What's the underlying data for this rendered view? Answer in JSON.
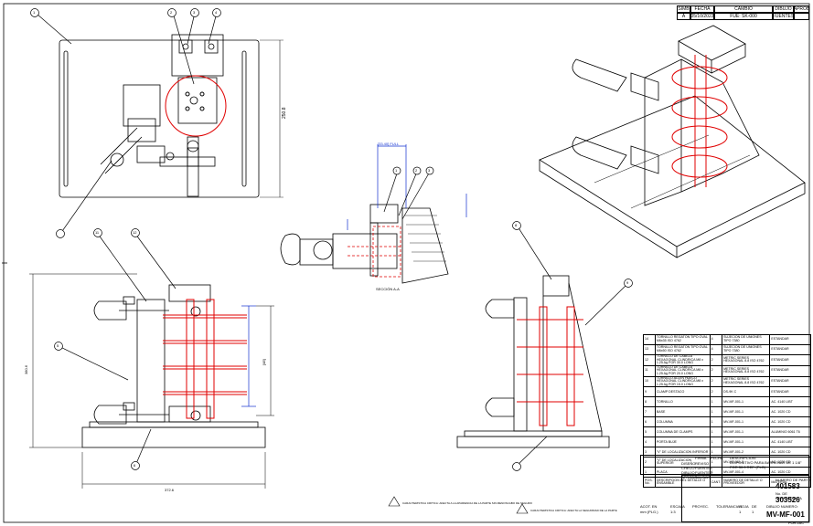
{
  "revision_table": {
    "headers": [
      "SIMB",
      "FECHA",
      "CAMBIO",
      "DIBUJO",
      "APROB"
    ],
    "row": [
      "A",
      "05/10/2023",
      "FUE: SK-000",
      "FUENTES",
      ""
    ]
  },
  "balloons": {
    "top_view": [
      "1",
      "2",
      "3",
      "4"
    ],
    "section": [
      "1",
      "2",
      "3"
    ],
    "front_view": [
      "11",
      "12",
      "5",
      "6"
    ],
    "side_view": [
      "8",
      "9"
    ]
  },
  "dimensions": {
    "top_height": "250.8",
    "section_width": "[33.40] FULL",
    "front_height": "380.6",
    "front_width": "372.6",
    "front_inner": "[48]"
  },
  "section_label": "SECCIÓN A-A",
  "bom": {
    "rows": [
      [
        "14",
        "TORNILLO REGATON TIPO OVAL M6x35 ISO 4762",
        "4",
        "SUJECION DE UNIONES TIPO 7380",
        "ESTANDAR"
      ],
      [
        "13",
        "TORNILLO REGATON TIPO OVAL M6x50 ISO 4762",
        "4",
        "SUJECION DE UNIONES TIPO 7380",
        "ESTANDAR"
      ],
      [
        "12",
        "TORNILLO DE CABEZA HEXAGONAL CLINDRICA M8 x 1.25 Ag POR 30.0 LONG",
        "2",
        "METRIC SERIES HEXAGONAL 8.8 ISO 4762",
        "ESTANDAR"
      ],
      [
        "11",
        "TORNILLO DE CABEZA HEXAGONAL CLINDRICA M8 x 1.25 Ag POR 20.0 LONG",
        "2",
        "METRIC SERIES HEXAGONAL 8.8 ISO 4762",
        "ESTANDAR"
      ],
      [
        "10",
        "TORNILLO ALLEN HUECO HEXAGONAL CLINDRICA M8 x 1.25 Ag POR 15.0 LONG",
        "2",
        "METRIC SERIES HEXAGONAL 8.8 ISO 4762",
        "ESTANDAR"
      ],
      [
        "9",
        "CLAMP DESTACO",
        "2",
        "DS-9K C",
        "ESTANDAR"
      ],
      [
        "8",
        "TORNILLO",
        "1",
        "MV-MF-001-1",
        "AC. 4140 LIBT"
      ],
      [
        "7",
        "BASE",
        "1",
        "MV-MF-001-1",
        "AC. 1020 CD"
      ],
      [
        "6",
        "COLUMNA",
        "1",
        "MV-MF-001-1",
        "AC. 1020 CD"
      ],
      [
        "5",
        "COLUMNA DE CLAMPS",
        "1",
        "MV-MF-001-1",
        "ALUMINIO 6061 T6"
      ],
      [
        "4",
        "PORTA BUJE",
        "1",
        "MV-MF-001-1",
        "AC. 4140 LIBT"
      ],
      [
        "3",
        "\"V\" DE LOCALIZACION INFERIOR",
        "1",
        "MV-MF-001-2",
        "AC. 1020 CD"
      ],
      [
        "2",
        "\"V\" DE LOCALIZACION SUPERIOR",
        "1",
        "MV-MF-001-3",
        "AC. 1020 CD"
      ],
      [
        "1",
        "PLACA",
        "1",
        "MV-MF-001-4",
        "AC. 1020 CD"
      ],
      [
        "POS. No.",
        "DESCRIPCION DEL DETALLE O ENSAMBLE",
        "CANT.",
        "NUMERO DE DETALLE O PROVEEDOR",
        "MATERIAL"
      ]
    ]
  },
  "title_block": {
    "description_label": "DESCRIPCION:",
    "description": "DISPOSITIVO PARA BARRENAR DE 1 1/8\" POR 30.0 REF. (PLG)",
    "firma": "FIRMA",
    "fecha": "FECHA",
    "roles": [
      "DISEÑO",
      "CHECO",
      "DIBUJO",
      "APROBO"
    ],
    "names": [
      "REVISO",
      "FUENTES",
      "FUENTES",
      "SALINAS"
    ],
    "part_no_label": "NUMERO DE PARTE",
    "part_no": "401583",
    "tool_no_label": "No. DE HERRAMIENTA",
    "tool_no": "303526",
    "dwg_no_label": "DIBUJO NUMERO:",
    "dwg_no": "MV-MF-001",
    "acot_label": "ACOT. EN",
    "acot_value": "mm (PLG.)",
    "escala_label": "ESCALA",
    "escala_value": "1:3",
    "proyec_label": "PROYEC.",
    "tolerancias": "TOLERANCIAS",
    "hoja_label": "HOJA",
    "hoja_value": "1",
    "de_label": "DE",
    "de_value": "1",
    "form": "FOR-16C"
  },
  "notes": [
    "CARACTERISTICA CRITICA: AFECTA A LA APARIENCIA DE LA PARTE SIN MENOSCABO DE SEGURO",
    "CARACTERISTICA CRITICA: AFECTA LA SEGURIDAD DE LA PARTE"
  ],
  "colors": {
    "line": "#000000",
    "red": "#e00000",
    "blue": "#1030d0"
  }
}
